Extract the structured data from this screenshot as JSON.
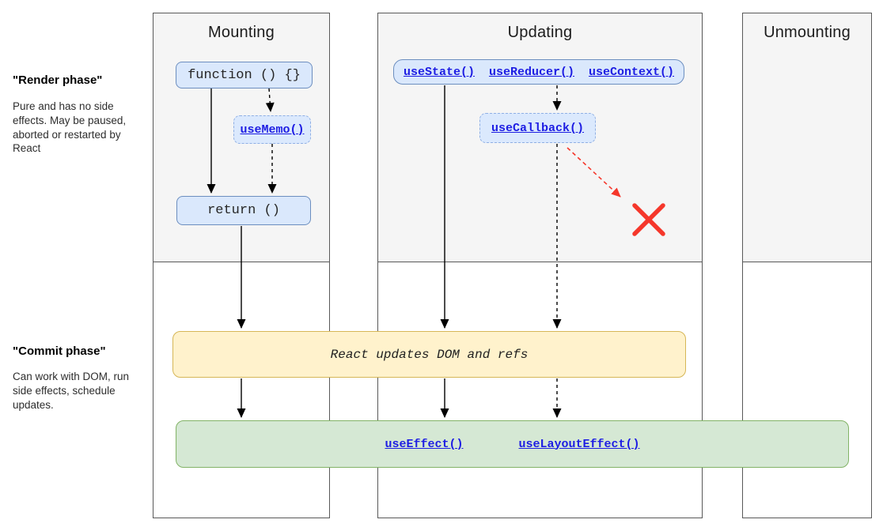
{
  "colors": {
    "node_blue_fill": "#dae8fc",
    "node_blue_border": "#6c8ebf",
    "node_yellow_fill": "#fff2cc",
    "node_yellow_border": "#d6b656",
    "node_green_fill": "#d5e8d4",
    "node_green_border": "#82b366",
    "column_fill": "#f5f5f5",
    "column_border": "#595959",
    "link_blue": "#1d1de3",
    "abort_red": "#f5372b"
  },
  "sidebar": {
    "render_phase_title": "\"Render phase\"",
    "render_phase_description": "Pure and has no side effects. May be paused, aborted or restarted by React",
    "commit_phase_title": "\"Commit phase\"",
    "commit_phase_description": "Can work with DOM, run side effects, schedule updates."
  },
  "columns": [
    {
      "id": "mounting",
      "title": "Mounting"
    },
    {
      "id": "updating",
      "title": "Updating"
    },
    {
      "id": "unmounting",
      "title": "Unmounting"
    }
  ],
  "nodes": {
    "function_signature": "function () {}",
    "use_memo": "useMemo()",
    "return_statement": "return ()",
    "use_state": "useState()",
    "use_reducer": "useReducer()",
    "use_context": "useContext()",
    "use_callback": "useCallback()",
    "commit_action": "React updates DOM and refs",
    "use_effect": "useEffect()",
    "use_layout_effect": "useLayoutEffect()"
  }
}
